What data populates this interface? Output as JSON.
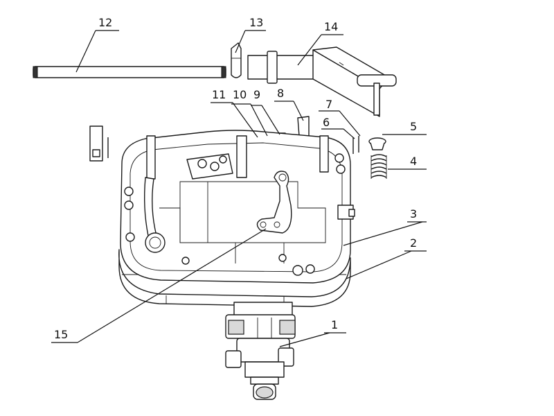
{
  "figure": {
    "callouts": [
      {
        "id": "c1",
        "text": "1"
      },
      {
        "id": "c2",
        "text": "2"
      },
      {
        "id": "c3",
        "text": "3"
      },
      {
        "id": "c4",
        "text": "4"
      },
      {
        "id": "c5",
        "text": "5"
      },
      {
        "id": "c6",
        "text": "6"
      },
      {
        "id": "c7",
        "text": "7"
      },
      {
        "id": "c8",
        "text": "8"
      },
      {
        "id": "c9",
        "text": "9"
      },
      {
        "id": "c10",
        "text": "10"
      },
      {
        "id": "c11",
        "text": "11"
      },
      {
        "id": "c12",
        "text": "12"
      },
      {
        "id": "c13",
        "text": "13"
      },
      {
        "id": "c14",
        "text": "14"
      },
      {
        "id": "c15",
        "text": "15"
      }
    ]
  }
}
